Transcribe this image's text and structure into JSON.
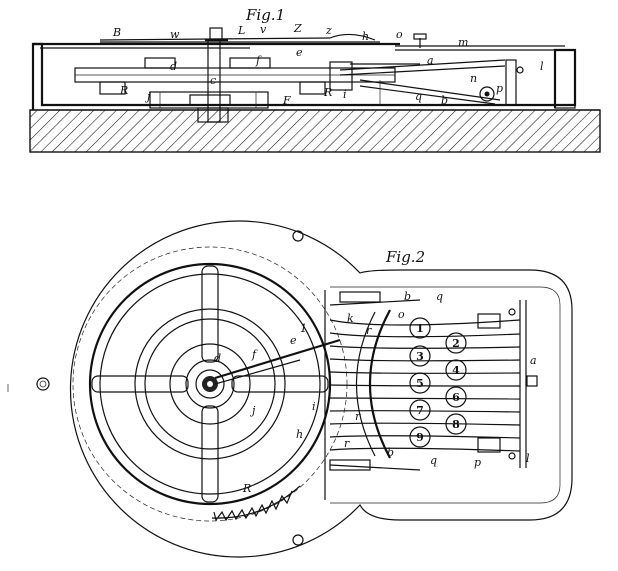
{
  "figure1": {
    "title": "Fig.1",
    "labels": [
      "B",
      "w",
      "L",
      "v",
      "Z",
      "z",
      "h",
      "o",
      "m",
      "e",
      "f",
      "d",
      "c",
      "R",
      "j",
      "F",
      "R",
      "i",
      "a",
      "l",
      "n",
      "p",
      "b",
      "q"
    ]
  },
  "figure2": {
    "title": "Fig.2",
    "labels": [
      "e",
      "d",
      "f",
      "j",
      "i",
      "h",
      "k",
      "r",
      "o",
      "r",
      "b",
      "q",
      "a",
      "p",
      "l",
      "b",
      "q",
      "r",
      "R",
      "1"
    ],
    "keys": [
      "1",
      "2",
      "3",
      "4",
      "5",
      "6",
      "7",
      "8",
      "9"
    ]
  }
}
